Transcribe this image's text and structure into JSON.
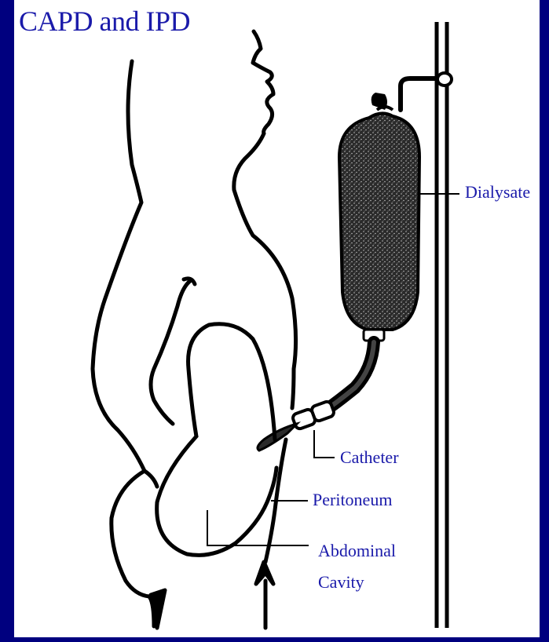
{
  "slide": {
    "title": "CAPD and IPD",
    "background_color": "#00007f",
    "text_color": "#1a1aaa"
  },
  "labels": {
    "dialysate": "Dialysate",
    "catheter": "Catheter",
    "peritoneum": "Peritoneum",
    "abdominal_line1": "Abdominal",
    "abdominal_line2": "Cavity"
  }
}
